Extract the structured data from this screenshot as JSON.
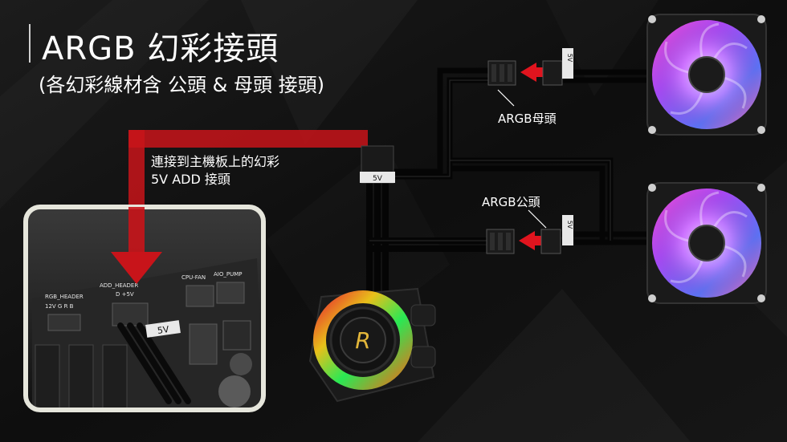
{
  "slide": {
    "title": "ARGB 幻彩接頭",
    "subtitle": "(各幻彩線材含 公頭 & 母頭 接頭)",
    "motherboard_label": {
      "line1": "連接到主機板上的幻彩",
      "line2": "5V ADD 接頭"
    },
    "callouts": {
      "female": "ARGB母頭",
      "male": "ARGB公頭"
    },
    "connector_marks": {
      "five_volt": "5V"
    },
    "motherboard_silkscreen": {
      "rgb_header": "RGB_HEADER",
      "rgb_pins": "12V G R B",
      "add_header": "ADD_HEADER",
      "add_pins": "D +5V",
      "cpu_fan": "CPU-FAN",
      "aio_pump": "AIO_PUMP"
    },
    "pump_logo": "R"
  },
  "colors": {
    "accent_red": "#c8141a",
    "arrow_red": "#e0141e",
    "cable": "#111111",
    "inset_border": "#e6e6dc"
  },
  "icons": [
    "arrow-down-icon",
    "arrow-left-icon"
  ]
}
